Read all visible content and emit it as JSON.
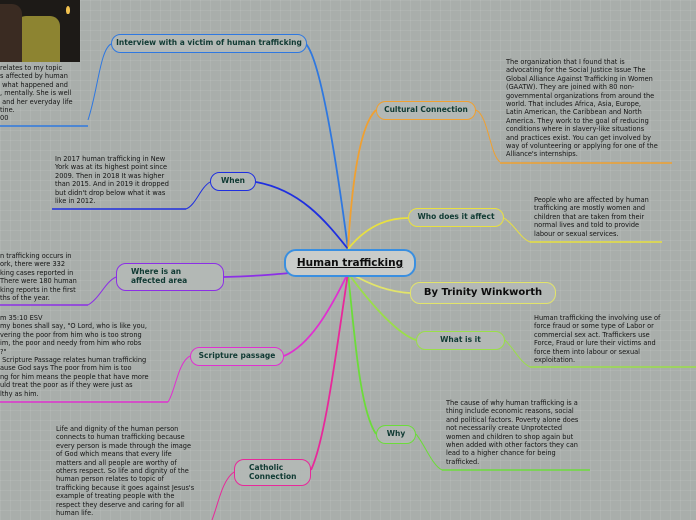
{
  "central_topic": "Human trafficking",
  "author": "By Trinity Winkworth",
  "colors": {
    "central": "#3a8fe0",
    "interview": "#2f78e0",
    "cultural": "#f0a030",
    "who": "#e8e040",
    "author": "#e2e46a",
    "what": "#9adf48",
    "why": "#6cdc3a",
    "when": "#1f2fe0",
    "where": "#8c2fe6",
    "scripture": "#e030d0",
    "catholic": "#e8289a"
  },
  "branches": {
    "interview": {
      "label": "Interview with a victim of human trafficking",
      "note": "relates to my topic\ns affected by human\n what happened and\n, mentally. She is well\n and her everyday life\ntine.\n00"
    },
    "cultural": {
      "label": "Cultural Connection",
      "note": "The organization that I found that is\nadvocating for the Social Justice Issue The\nGlobal Alliance Against Trafficking in Women\n(GAATW). They are joined with 80 non-\ngovernmental organizations from around the\nworld. That includes Africa, Asia, Europe,\nLatin American, the Caribbean and North\nAmerica. They work to the goal of reducing\nconditions where in slavery-like situations\nand practices exist. You can get involved by\nway of volunteering or applying for one of the\nAlliance's internships."
    },
    "when": {
      "label": "When",
      "note": "In 2017 human trafficking in New\nYork was at its highest point since\n2009. Then in 2018 It was higher\nthan 2015. And in 2019 it dropped\nbut didn't drop below what it was\nlike in 2012."
    },
    "who": {
      "label": "Who does it affect",
      "note": "People who are affected by human\ntrafficking are mostly women and\nchildren that are taken from their\nnormal lives and told to provide\nlabour or sexual services."
    },
    "where": {
      "label": "Where is an\naffected area",
      "note": "n trafficking occurs in\nork, there were 332\nking cases reported in\nThere were 180 human\nking reports in the first\nths of the year."
    },
    "what": {
      "label": "What is it",
      "note": "Human trafficking the involving use of\nforce fraud or some type of Labor or\ncommercial sex act. Traffickers use\nForce, Fraud or lure their victims and\nforce them into labour or sexual\nexploitation."
    },
    "scripture": {
      "label": "Scripture passage",
      "note": "m 35:10 ESV\nmy bones shall say, \"O Lord, who is like you,\nvering the poor from him who is too strong\nim, the poor and needy from him who robs\n?\"\n Scripture Passage relates human trafficking\nause God says The poor from him is too\nng for him means the people that have more\nuld treat the poor as if they were just as\nlthy as him."
    },
    "why": {
      "label": "Why",
      "note": "The cause of why human trafficking is a\nthing include economic reasons, social\nand political factors. Poverty alone does\nnot necessarily create Unprotected\nwomen and children to shop again but\nwhen added with other factors they can\nlead to a higher chance for being\ntrafficked."
    },
    "catholic": {
      "label": "Catholic\nConnection",
      "note": "Life and dignity of the human person\nconnects to human trafficking because\nevery person is made through the image\nof God which means that every life\nmatters and all people are worthy of\nothers respect. So life and dignity of the\nhuman person relates to topic of\ntrafficking because it goes against Jesus's\nexample of treating people with the\nrespect they deserve and caring for all\nhuman life."
    }
  }
}
